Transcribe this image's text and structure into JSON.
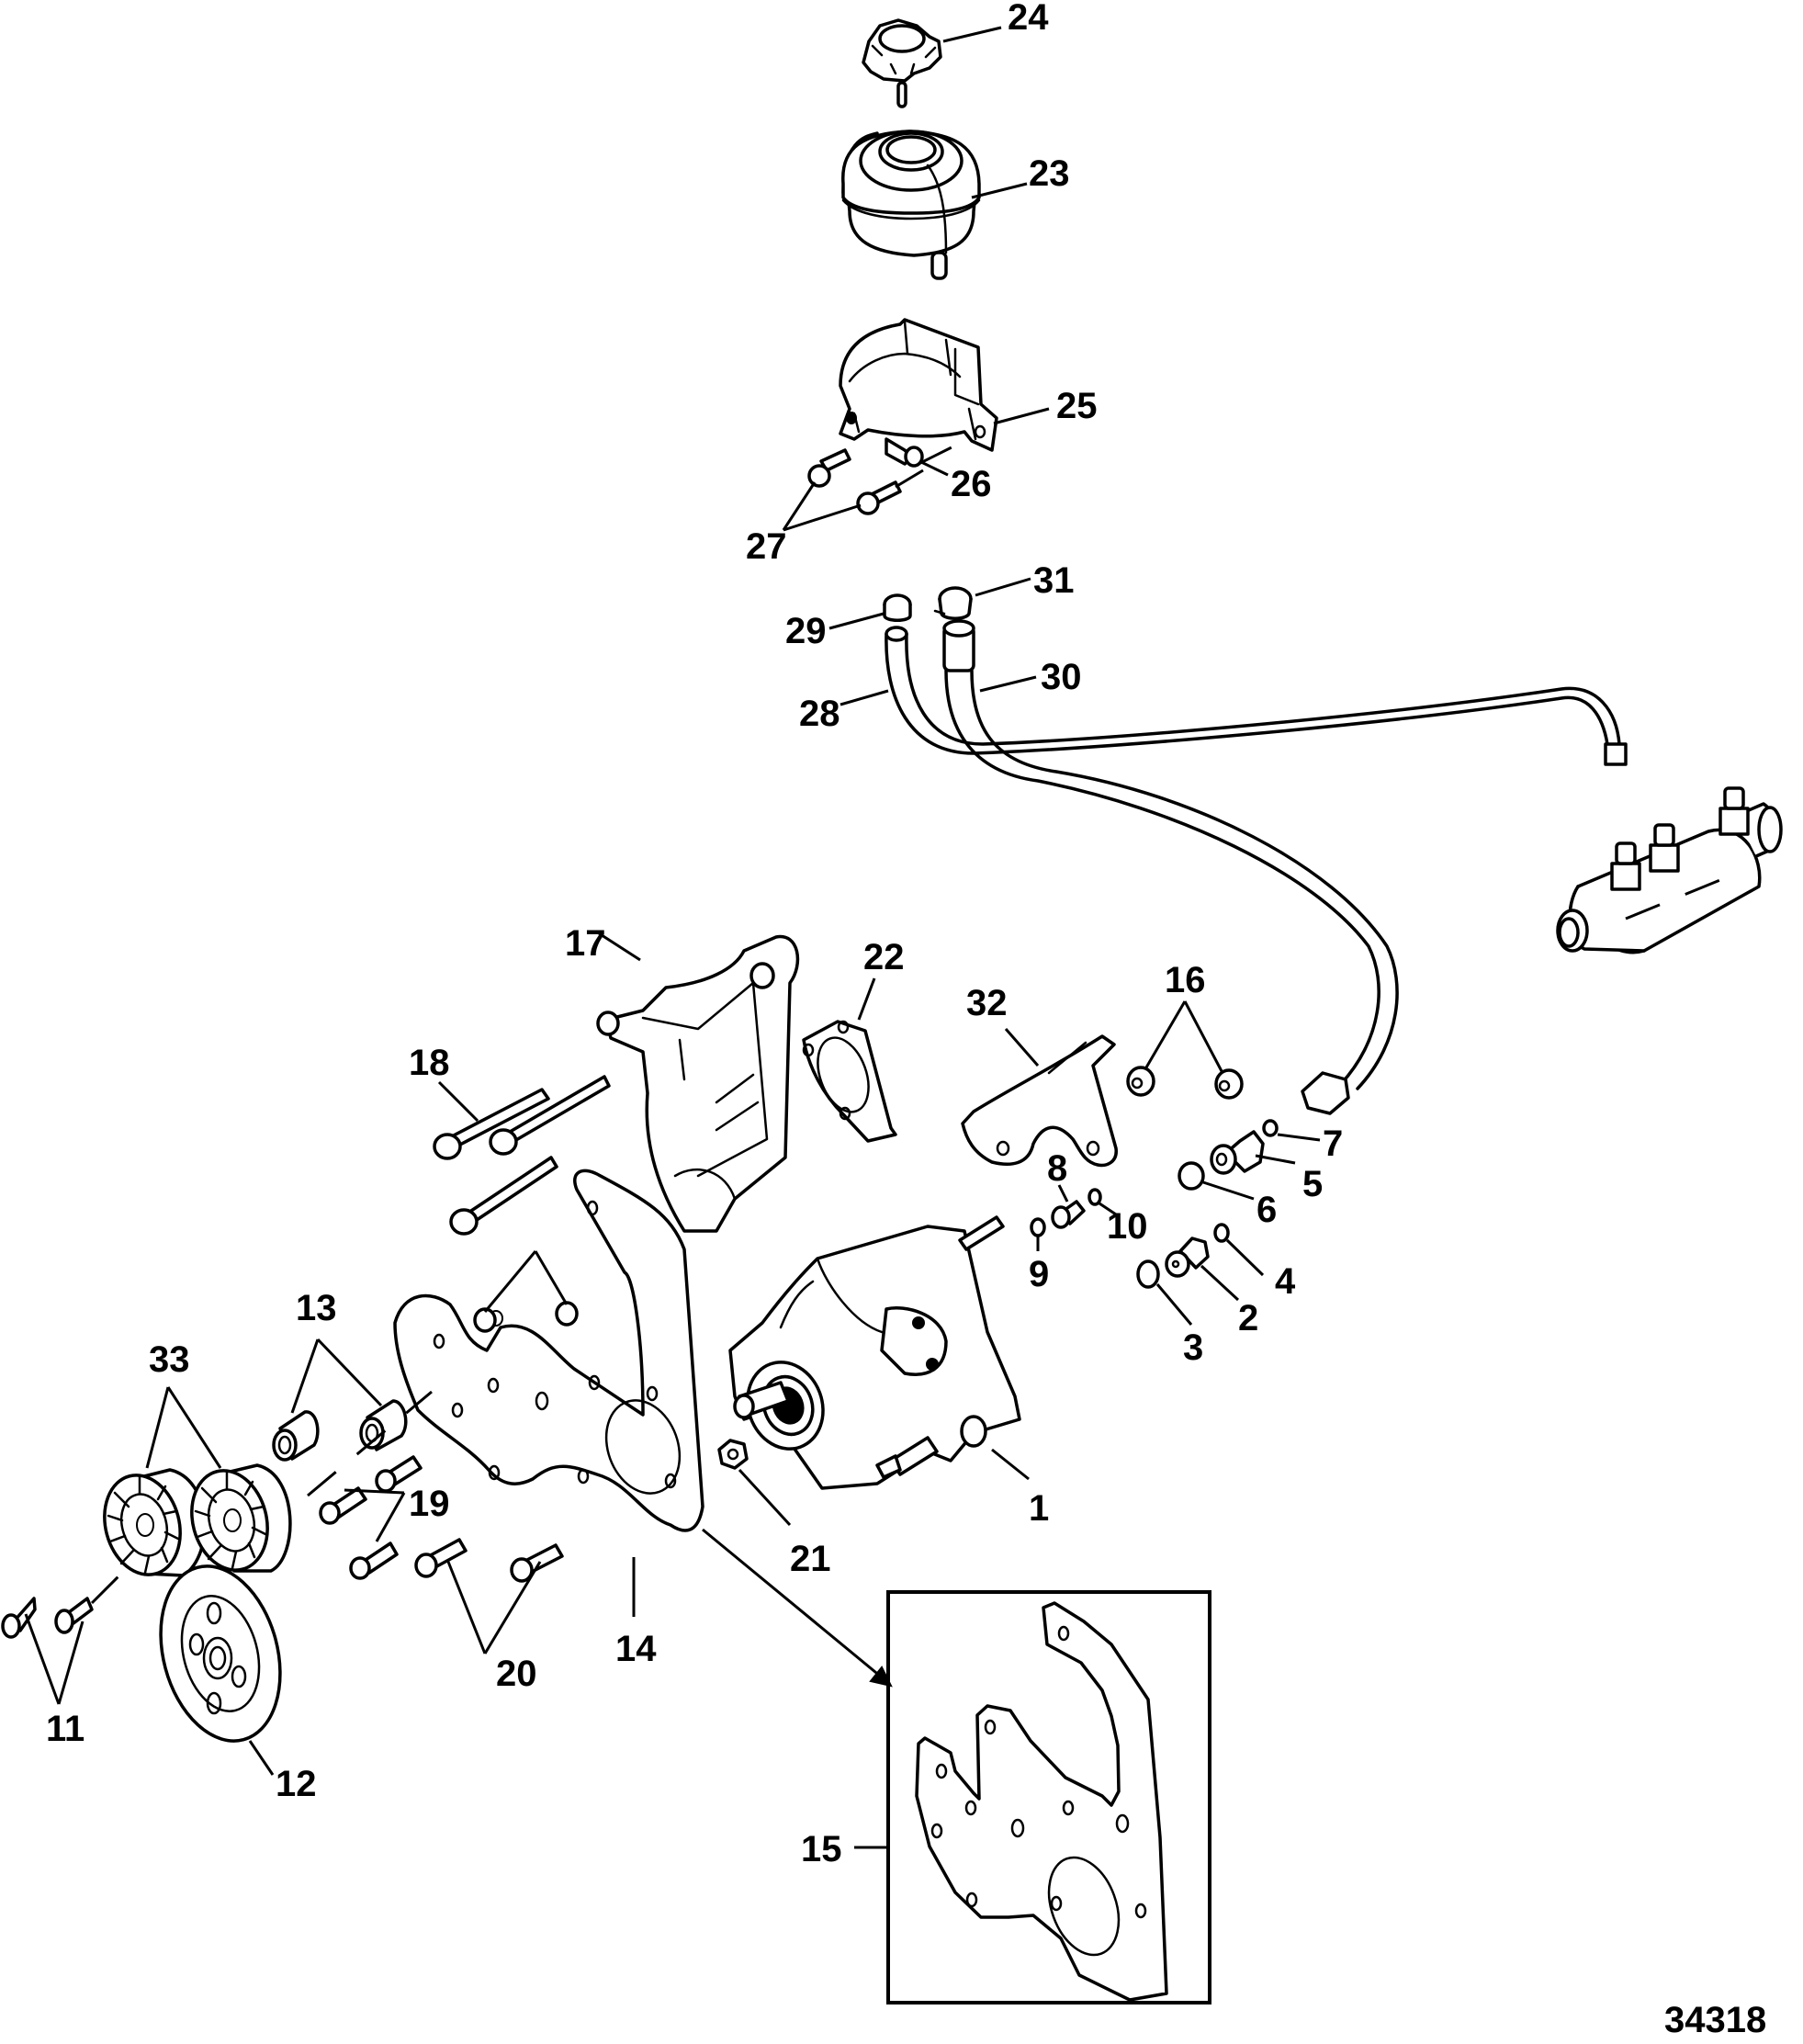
{
  "diagram": {
    "type": "exploded-parts-diagram",
    "subject": "Power steering pump, reservoir and mounting brackets",
    "figure_number": "34318",
    "callouts": {
      "c1": "1",
      "c2": "2",
      "c3": "3",
      "c4": "4",
      "c5": "5",
      "c6": "6",
      "c7": "7",
      "c8": "8",
      "c9": "9",
      "c10": "10",
      "c11": "11",
      "c12": "12",
      "c13": "13",
      "c14": "14",
      "c15": "15",
      "c16": "16",
      "c17": "17",
      "c18": "18",
      "c19": "19",
      "c20": "20",
      "c21": "21",
      "c22": "22",
      "c23": "23",
      "c24": "24",
      "c25": "25",
      "c26": "26",
      "c27": "27",
      "c28": "28",
      "c29": "29",
      "c30": "30",
      "c31": "31",
      "c32": "32",
      "c33": "33"
    },
    "parts": [
      {
        "callout": "1",
        "depicts": "power steering pump"
      },
      {
        "callout": "2",
        "depicts": "fitting"
      },
      {
        "callout": "3",
        "depicts": "o-ring (large)"
      },
      {
        "callout": "4",
        "depicts": "o-ring (small)"
      },
      {
        "callout": "5",
        "depicts": "fitting"
      },
      {
        "callout": "6",
        "depicts": "o-ring (large)"
      },
      {
        "callout": "7",
        "depicts": "o-ring (small)"
      },
      {
        "callout": "8",
        "depicts": "fitting"
      },
      {
        "callout": "9",
        "depicts": "o-ring"
      },
      {
        "callout": "10",
        "depicts": "o-ring"
      },
      {
        "callout": "11",
        "depicts": "screws (2)"
      },
      {
        "callout": "12",
        "depicts": "pulley"
      },
      {
        "callout": "13",
        "depicts": "spacers (2)"
      },
      {
        "callout": "14",
        "depicts": "mounting plate"
      },
      {
        "callout": "15",
        "depicts": "mounting plate (alternate, inset)"
      },
      {
        "callout": "16",
        "depicts": "nuts (2)"
      },
      {
        "callout": "17",
        "depicts": "bracket"
      },
      {
        "callout": "18",
        "depicts": "long screws"
      },
      {
        "callout": "19",
        "depicts": "screws (2)"
      },
      {
        "callout": "20",
        "depicts": "screws (2)"
      },
      {
        "callout": "21",
        "depicts": "nut"
      },
      {
        "callout": "22",
        "depicts": "gasket"
      },
      {
        "callout": "23",
        "depicts": "reservoir"
      },
      {
        "callout": "24",
        "depicts": "reservoir cap"
      },
      {
        "callout": "25",
        "depicts": "reservoir bracket"
      },
      {
        "callout": "26",
        "depicts": "screw"
      },
      {
        "callout": "27",
        "depicts": "screws (2)"
      },
      {
        "callout": "28",
        "depicts": "hose"
      },
      {
        "callout": "29",
        "depicts": "hose clamp"
      },
      {
        "callout": "30",
        "depicts": "hose"
      },
      {
        "callout": "31",
        "depicts": "hose clamp"
      },
      {
        "callout": "32",
        "depicts": "bracket"
      },
      {
        "callout": "33",
        "depicts": "idler pulleys (2)"
      }
    ]
  }
}
